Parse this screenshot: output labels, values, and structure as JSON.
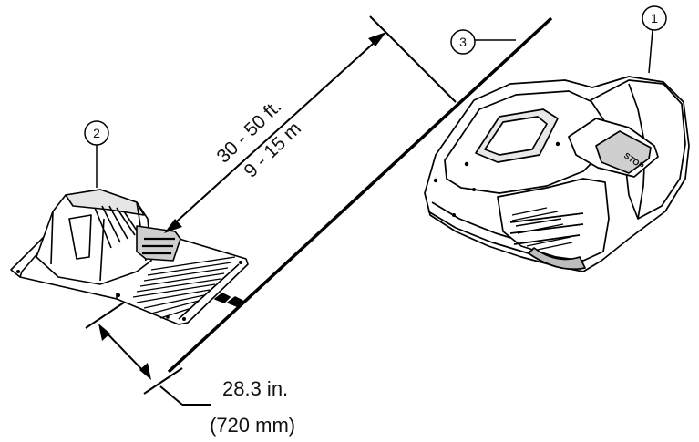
{
  "callouts": {
    "mower": "1",
    "station": "2",
    "wire": "3"
  },
  "dimension_distance": {
    "imperial": "30 - 50 ft.",
    "metric": "9 - 15 m"
  },
  "dimension_offset": {
    "imperial": "28.3 in.",
    "metric": "(720 mm)"
  },
  "stop_label": "STOP",
  "colors": {
    "line": "#000000",
    "background": "#ffffff",
    "shading": "#d9d9d9"
  }
}
